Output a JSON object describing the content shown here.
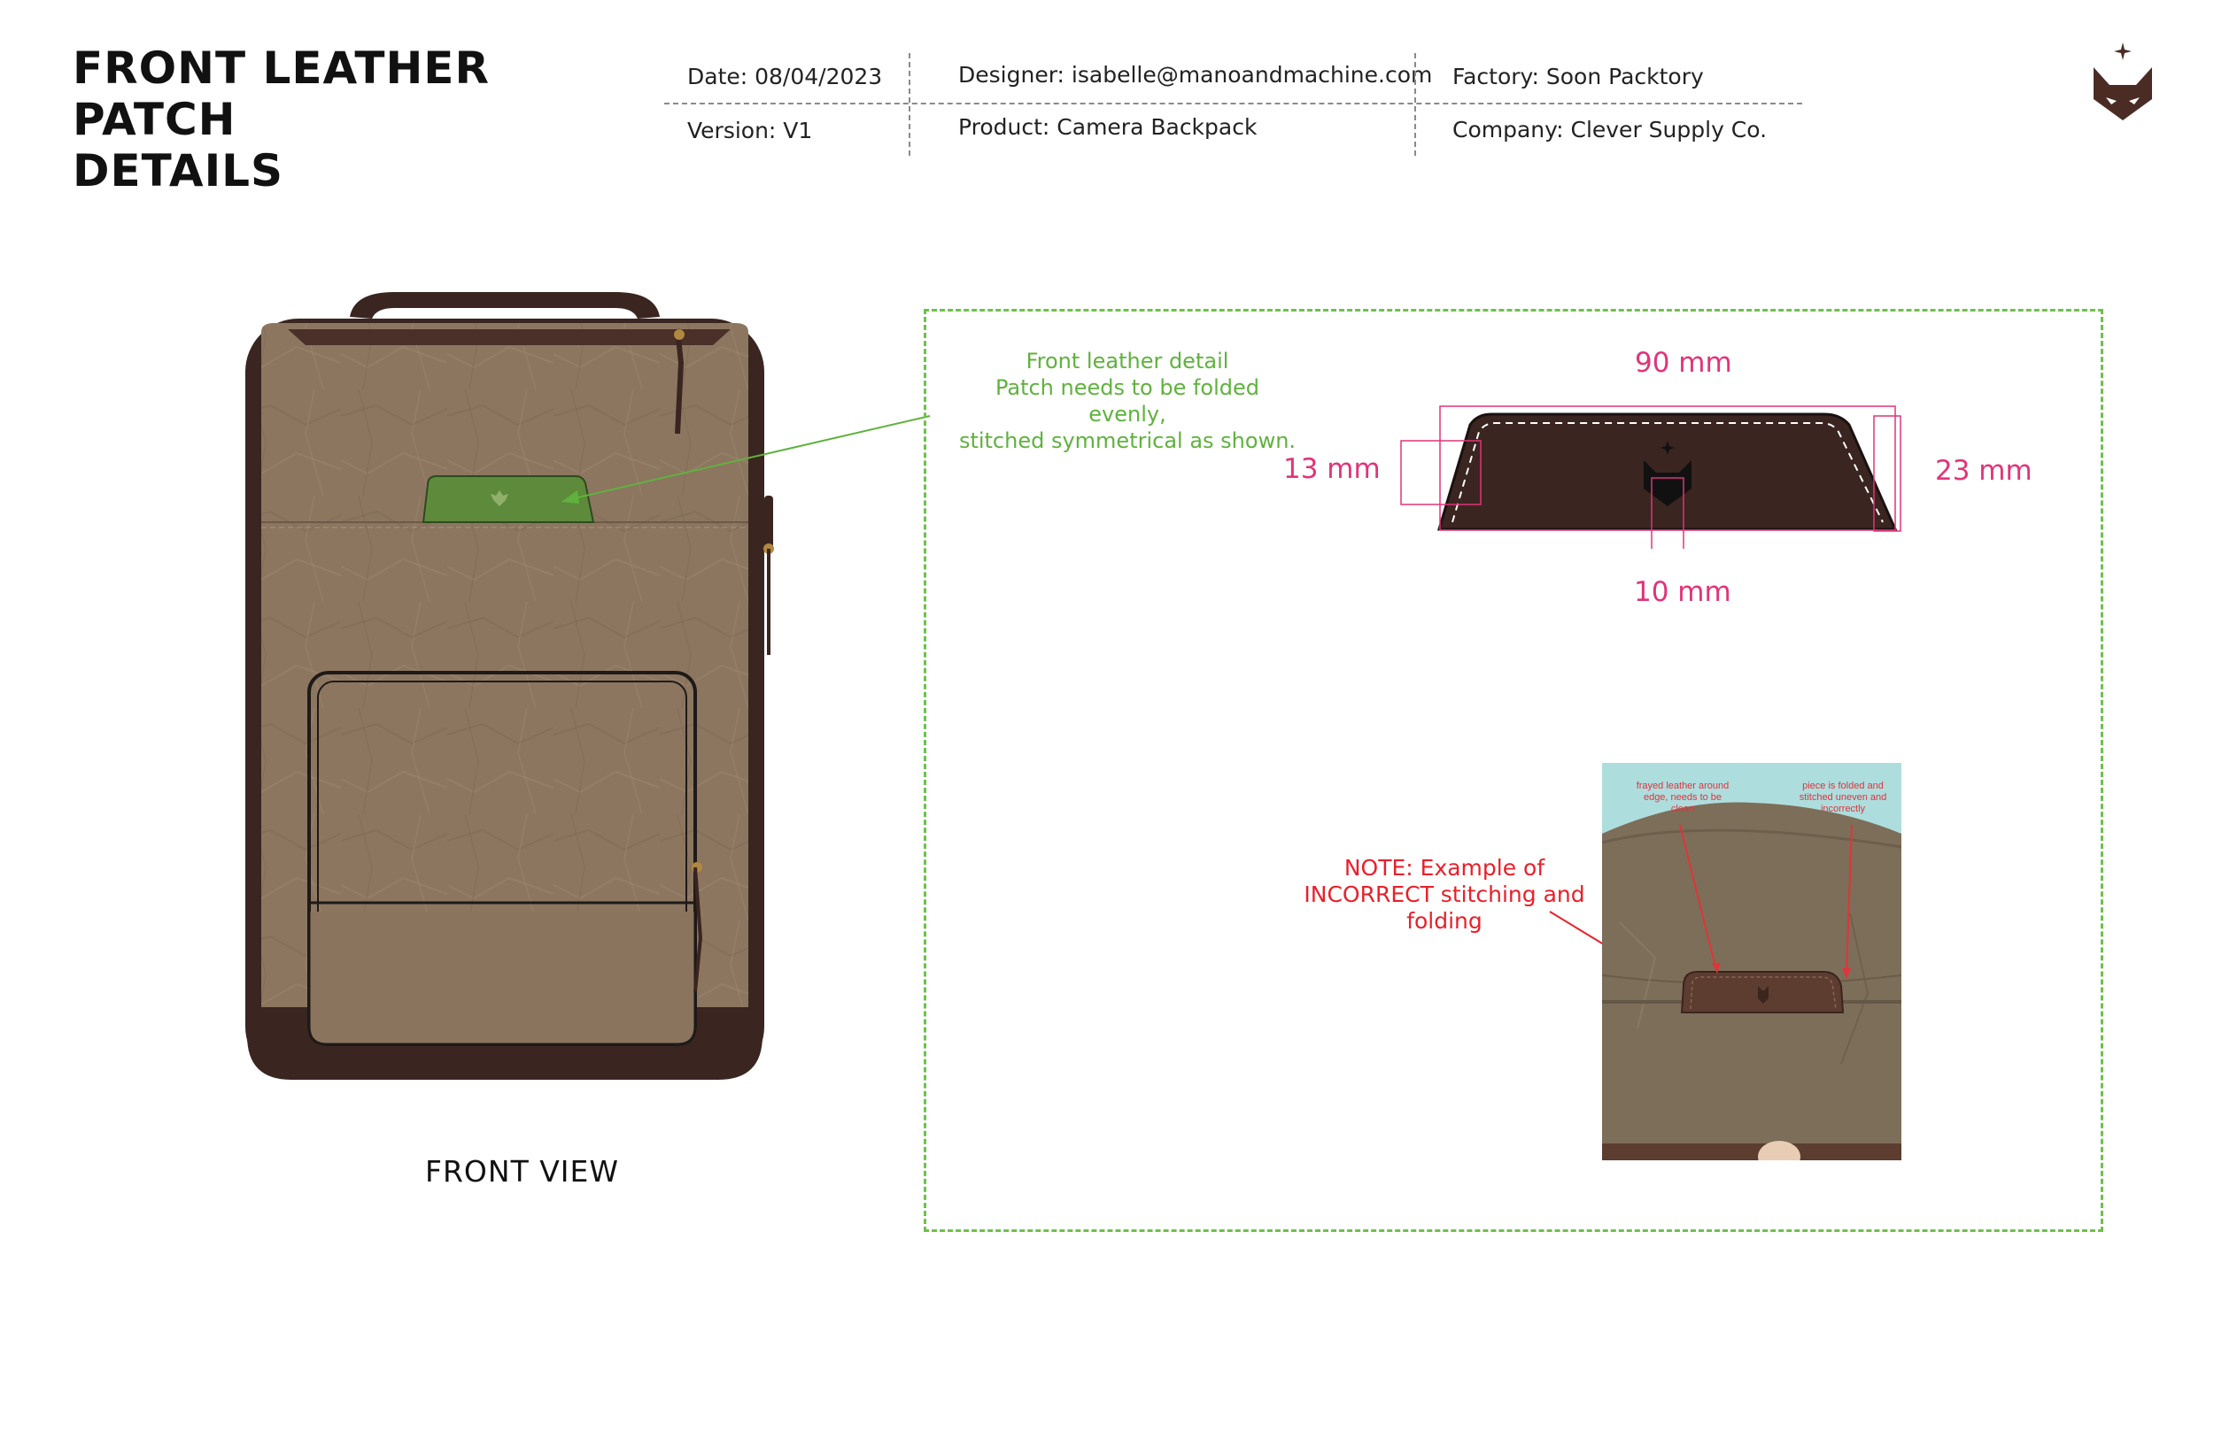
{
  "header": {
    "title_line1": "FRONT LEATHER PATCH",
    "title_line2": "DETAILS",
    "date": "Date: 08/04/2023",
    "version": "Version: V1",
    "designer": "Designer: isabelle@manoandmachine.com",
    "product": "Product: Camera Backpack",
    "factory": "Factory: Soon Packtory",
    "company": "Company: Clever Supply Co.",
    "logo_icon": "fox-head-logo-icon"
  },
  "front_view": {
    "label": "FRONT VIEW"
  },
  "detail_panel": {
    "callout_line1": "Front leather detail",
    "callout_line2": "Patch needs to be folded evenly,",
    "callout_line3": "stitched symmetrical as shown.",
    "width_dim": "90 mm",
    "left_dim": "13 mm",
    "right_dim": "23 mm",
    "logo_dim": "10 mm",
    "incorrect_note_line1": "NOTE: Example of",
    "incorrect_note_line2": "INCORRECT stitching and",
    "incorrect_note_line3": "folding",
    "photo_note_left": "frayed leather around edge, needs to be clean",
    "photo_note_right": "piece is folded and stitched uneven and incorrectly"
  },
  "colors": {
    "canvas": "#8c7660",
    "leather": "#3a2520",
    "patch_green": "#5e8a3c",
    "callout_green": "#5fb23d",
    "dimension_pink": "#e0347a",
    "warning_red": "#e8202a"
  }
}
